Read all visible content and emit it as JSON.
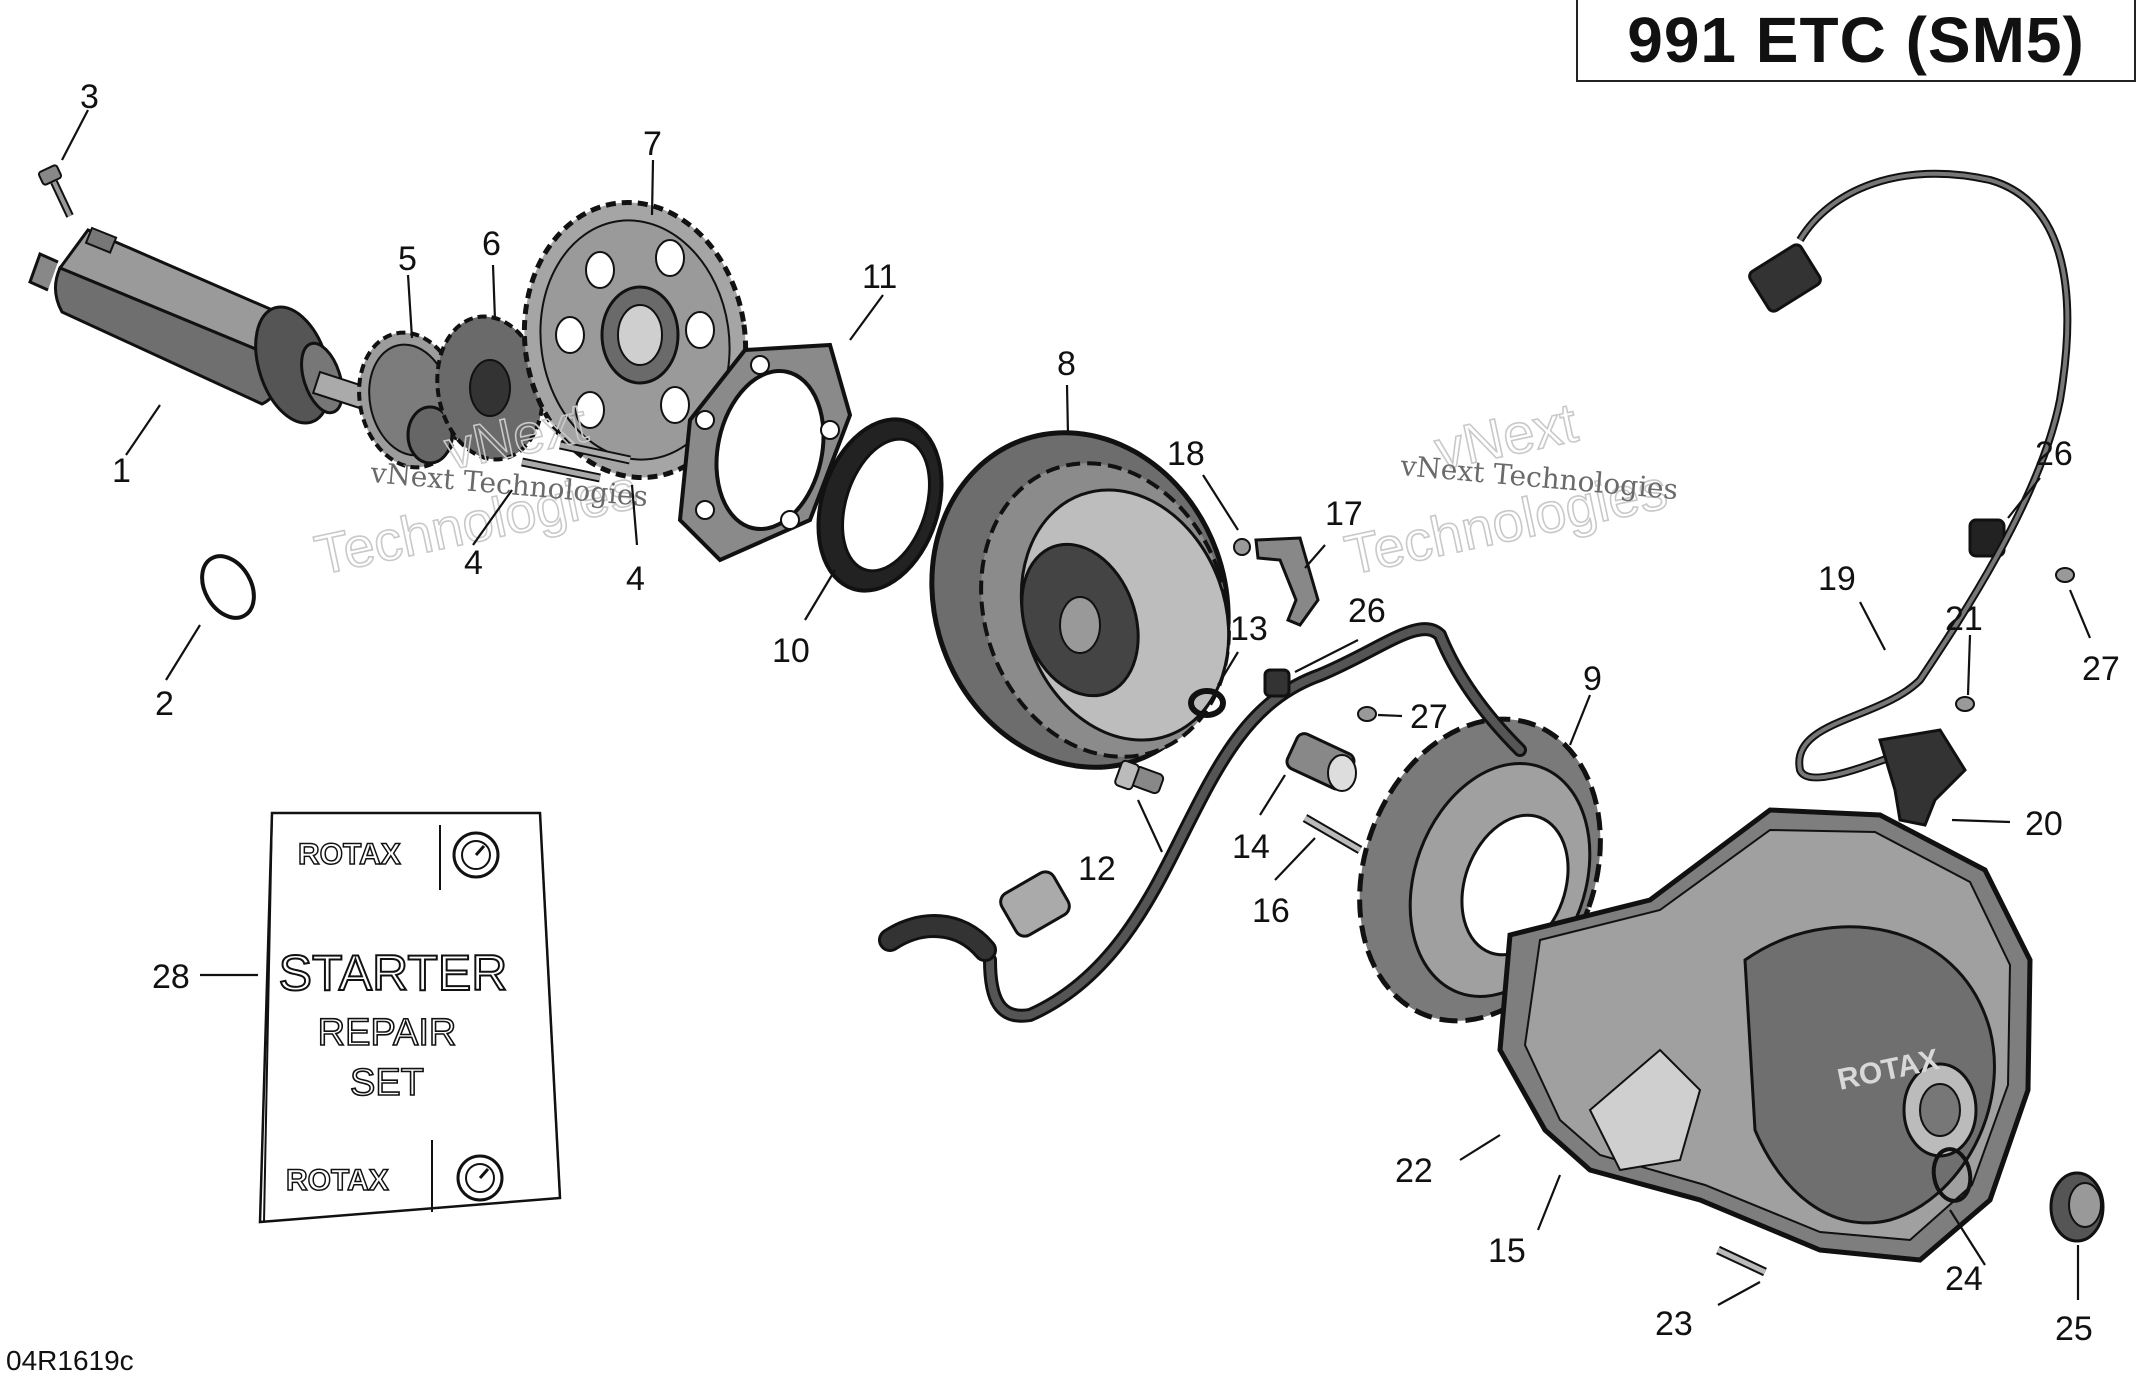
{
  "header": {
    "model_title": "991 ETC (SM5)"
  },
  "figure": {
    "code": "04R1619c"
  },
  "watermark": {
    "line1": "vNext Technologies",
    "outline_top": "vNext",
    "outline_bottom": "Technologies"
  },
  "kit_card": {
    "brand": "ROTAX",
    "lines": [
      "STARTER",
      "REPAIR",
      "SET"
    ],
    "logo_icon": "rotax-gauge-logo"
  },
  "callouts": {
    "c1": "1",
    "c2": "2",
    "c3": "3",
    "c4a": "4",
    "c4b": "4",
    "c5": "5",
    "c6": "6",
    "c7": "7",
    "c8": "8",
    "c9": "9",
    "c10": "10",
    "c11": "11",
    "c12": "12",
    "c13": "13",
    "c14": "14",
    "c15": "15",
    "c16": "16",
    "c17": "17",
    "c18": "18",
    "c19": "19",
    "c20": "20",
    "c21": "21",
    "c22": "22",
    "c23": "23",
    "c24": "24",
    "c25": "25",
    "c26a": "26",
    "c26b": "26",
    "c27a": "27",
    "c27b": "27",
    "c28": "28"
  },
  "cover_brand": "ROTAX"
}
